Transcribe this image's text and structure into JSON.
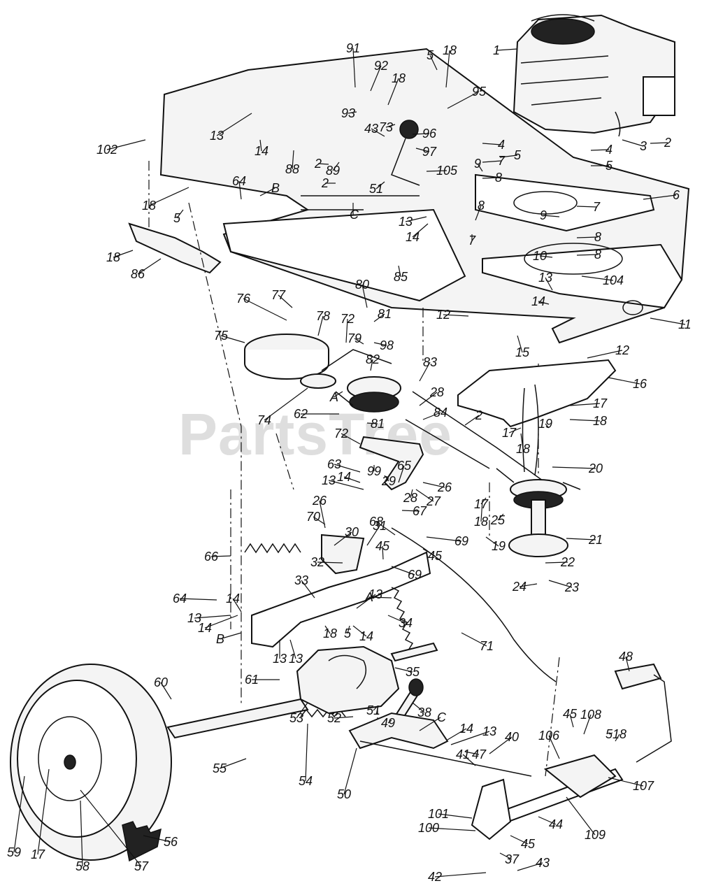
{
  "watermark": "PartsTree",
  "callouts": [
    "1",
    "2",
    "3",
    "4",
    "5",
    "6",
    "7",
    "8",
    "9",
    "10",
    "11",
    "12",
    "13",
    "14",
    "15",
    "16",
    "17",
    "18",
    "19",
    "20",
    "21",
    "22",
    "23",
    "24",
    "25",
    "26",
    "27",
    "28",
    "29",
    "30",
    "31",
    "32",
    "33",
    "34",
    "35",
    "37",
    "38",
    "40",
    "41",
    "42",
    "43",
    "44",
    "45",
    "47",
    "48",
    "49",
    "50",
    "51",
    "52",
    "53",
    "54",
    "55",
    "56",
    "57",
    "58",
    "59",
    "60",
    "61",
    "62",
    "63",
    "64",
    "65",
    "66",
    "67",
    "68",
    "69",
    "70",
    "71",
    "72",
    "73",
    "74",
    "75",
    "76",
    "77",
    "78",
    "79",
    "80",
    "81",
    "82",
    "83",
    "84",
    "85",
    "86",
    "88",
    "89",
    "91",
    "92",
    "93",
    "95",
    "96",
    "97",
    "98",
    "99",
    "100",
    "101",
    "102",
    "104",
    "105",
    "106",
    "107",
    "108",
    "109",
    "A",
    "B",
    "C"
  ]
}
